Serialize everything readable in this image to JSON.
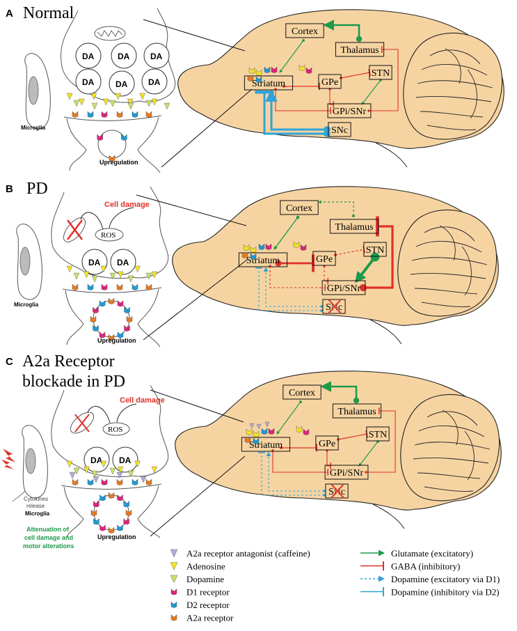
{
  "panels": [
    {
      "letter": "A",
      "title": "Normal",
      "da_vesicles": [
        "DA",
        "DA",
        "DA",
        "DA",
        "DA",
        "DA"
      ],
      "microglia": "Microglia",
      "upregulation": "Upregulation",
      "brain": {
        "cortex": "Cortex",
        "thalamus": "Thalamus",
        "striatum": "Striatum",
        "gpe": "GPe",
        "stn": "STN",
        "gpi": "GPi/SNr",
        "snc": "SNc"
      }
    },
    {
      "letter": "B",
      "title": "PD",
      "cell_damage": "Cell damage",
      "ros": "ROS",
      "da_vesicles": [
        "DA",
        "DA"
      ],
      "microglia": "Microglia",
      "upregulation": "Upregulation",
      "brain": {
        "cortex": "Cortex",
        "thalamus": "Thalamus",
        "striatum": "Striatum",
        "gpe": "GPe",
        "stn": "STN",
        "gpi": "GPi/SNr",
        "snc": "SNc"
      }
    },
    {
      "letter": "C",
      "title_line1": "A2a Receptor",
      "title_line2": "blockade in PD",
      "cell_damage": "Cell damage",
      "ros": "ROS",
      "da_vesicles": [
        "DA",
        "DA"
      ],
      "cytokines_line1": "Cytokines",
      "cytokines_line2": "release",
      "microglia": "Microglia",
      "attenuation": [
        "Attenuation of",
        "cell damage and",
        "motor alterations"
      ],
      "upregulation": "Upregulation",
      "brain": {
        "cortex": "Cortex",
        "thalamus": "Thalamus",
        "striatum": "Striatum",
        "gpe": "GPe",
        "stn": "STN",
        "gpi": "GPi/SNr",
        "snc": "SNc"
      }
    }
  ],
  "legend": {
    "symbols": [
      {
        "label": "A2a receptor antagonist (caffeine)",
        "color": "#b9a8d8"
      },
      {
        "label": "Adenosine",
        "color": "#f4e22a"
      },
      {
        "label": "Dopamine",
        "color": "#c8e06a"
      },
      {
        "label": "D1 receptor",
        "color": "#e0237a"
      },
      {
        "label": "D2 receptor",
        "color": "#1e9ad6"
      },
      {
        "label": "A2a receptor",
        "color": "#e87a1e"
      }
    ],
    "arrows": [
      {
        "label": "Glutamate (excitatory)",
        "color": "#1e9a4a"
      },
      {
        "label": "GABA (inhibitory)",
        "color": "#e0302a"
      },
      {
        "label": "Dopamine (excitatory via D1)",
        "color": "#2ea4d8"
      },
      {
        "label": "Dopamine (inhibitory via D2)",
        "color": "#2ea4d8"
      }
    ]
  },
  "colors": {
    "brain": "#f6d4a2",
    "glutamate": "#1e9a4a",
    "gaba": "#e0302a",
    "dopamine": "#2ea4d8",
    "damage": "#e0302a",
    "attenuation": "#1e9a4a"
  }
}
